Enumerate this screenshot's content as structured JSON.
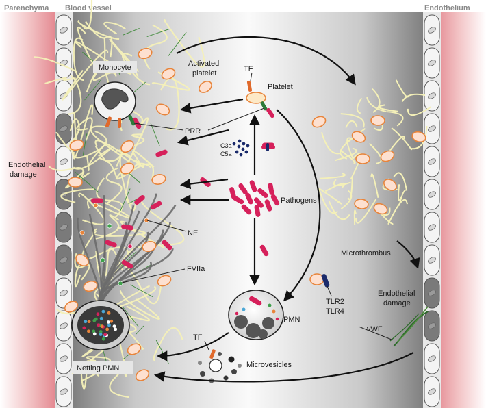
{
  "headers": {
    "parenchyma": "Parenchyma",
    "blood_vessel": "Blood vessel",
    "endothelium": "Endothelium"
  },
  "labels": {
    "endothelial_damage_left_1": "Endothelial",
    "endothelial_damage_left_2": "damage",
    "monocyte": "Monocyte",
    "activated_platelet_1": "Activated",
    "activated_platelet_2": "platelet",
    "tf_top": "TF",
    "platelet": "Platelet",
    "prr": "PRR",
    "c3a": "C3a",
    "c5a": "C5a",
    "pathogens": "Pathogens",
    "ne": "NE",
    "fviia": "FVIIa",
    "microthrombus": "Microthrombus",
    "endothelial_damage_right_1": "Endothelial",
    "endothelial_damage_right_2": "damage",
    "pmn": "PMN",
    "tlr2": "TLR2",
    "tlr4": "TLR4",
    "vwf": "vWF",
    "tf_bottom": "TF",
    "microvesicles": "Microvesicles",
    "netting_pmn": "Netting PMN"
  },
  "colors": {
    "pathogen": "#d6215b",
    "platelet_fill": "#fde0d0",
    "platelet_stroke": "#e8843a",
    "fibrin": "#f4f0b8",
    "net": "#6b6b6b",
    "green_fiber": "#3f8a3a",
    "tissue": "#e58f96"
  }
}
